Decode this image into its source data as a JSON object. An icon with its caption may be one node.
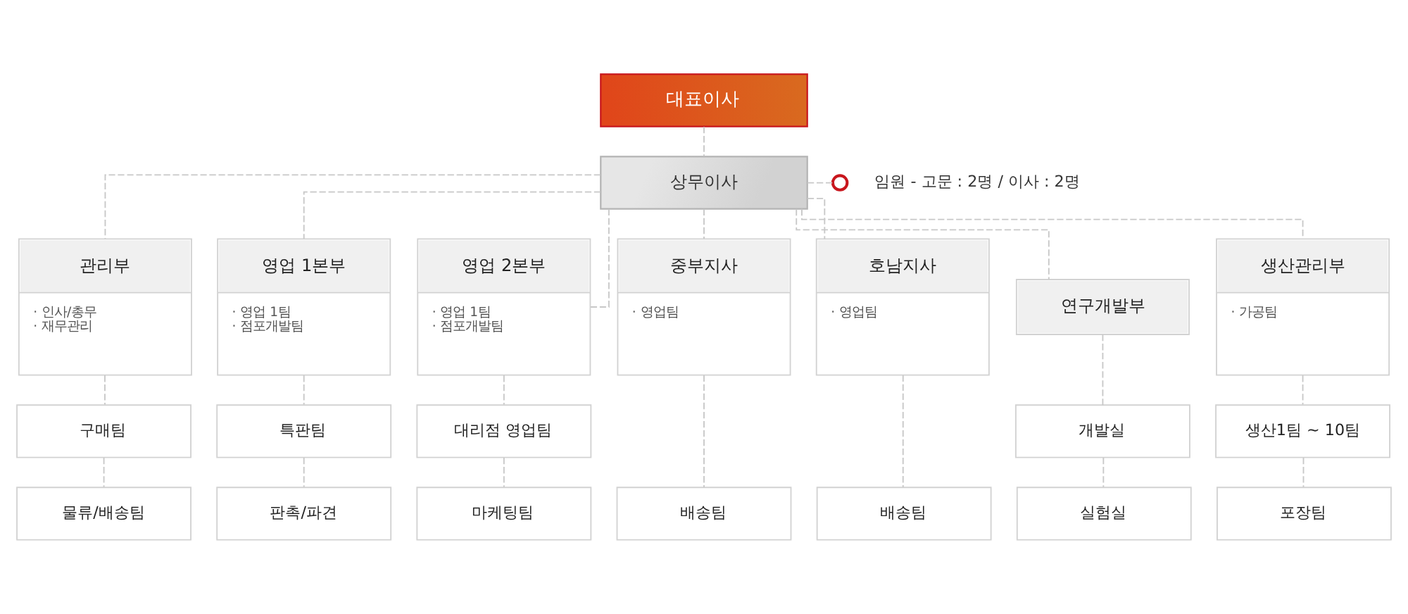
{
  "diagram": {
    "nodes": [
      {
        "text": [
          "대표이사"
        ]
      },
      {
        "text": [
          "상무이사"
        ]
      },
      {
        "text": [],
        "shape": "circle",
        "beside": [
          "임원 - 고문 : 2명 / 이사 : 2명"
        ]
      },
      {
        "text": [
          "관리부",
          "· 인사/총무",
          "· 재무관리"
        ]
      },
      {
        "text": [
          "영업 1본부",
          "· 영업 1팀",
          "· 점포개발팀"
        ]
      },
      {
        "text": [
          "영업 2본부",
          "· 영업 1팀",
          "· 점포개발팀"
        ]
      },
      {
        "text": [
          "중부지사",
          "· 영업팀"
        ]
      },
      {
        "text": [
          "호남지사",
          "· 영업팀"
        ]
      },
      {
        "text": [
          "연구개발부"
        ]
      },
      {
        "text": [
          "생산관리부",
          "· 가공팀"
        ]
      },
      {
        "text": [
          "구매팀"
        ]
      },
      {
        "text": [
          "특판팀"
        ]
      },
      {
        "text": [
          "대리점 영업팀"
        ]
      },
      {
        "text": [
          "개발실"
        ]
      },
      {
        "text": [
          "생산1팀 ~ 10팀"
        ]
      },
      {
        "text": [
          "물류/배송팀"
        ]
      },
      {
        "text": [
          "판촉/파견"
        ]
      },
      {
        "text": [
          "마케팅팀"
        ]
      },
      {
        "text": [
          "배송팀"
        ]
      },
      {
        "text": [
          "배송팀"
        ]
      },
      {
        "text": [
          "실험실"
        ]
      },
      {
        "text": [
          "포장팀"
        ]
      }
    ],
    "edges": [
      {
        "from": 0,
        "to": 1,
        "arrow": "none",
        "style": "dashed"
      },
      {
        "from": 1,
        "to": 2,
        "arrow": "none",
        "style": "dashed"
      },
      {
        "from": 1,
        "to": 3,
        "arrow": "none",
        "style": "dashed"
      },
      {
        "from": 1,
        "to": 4,
        "arrow": "none",
        "style": "dashed"
      },
      {
        "from": 1,
        "to": 5,
        "arrow": "none",
        "style": "dashed"
      },
      {
        "from": 1,
        "to": 6,
        "arrow": "none",
        "style": "dashed"
      },
      {
        "from": 1,
        "to": 7,
        "arrow": "none",
        "style": "dashed"
      },
      {
        "from": 1,
        "to": 8,
        "arrow": "none",
        "style": "dashed"
      },
      {
        "from": 1,
        "to": 9,
        "arrow": "none",
        "style": "dashed"
      },
      {
        "from": 3,
        "to": 10,
        "arrow": "none",
        "style": "dashed"
      },
      {
        "from": 10,
        "to": 15,
        "arrow": "none",
        "style": "dashed"
      },
      {
        "from": 4,
        "to": 11,
        "arrow": "none",
        "style": "dashed"
      },
      {
        "from": 11,
        "to": 16,
        "arrow": "none",
        "style": "dashed"
      },
      {
        "from": 5,
        "to": 12,
        "arrow": "none",
        "style": "dashed"
      },
      {
        "from": 12,
        "to": 17,
        "arrow": "none",
        "style": "dashed"
      },
      {
        "from": 6,
        "to": 18,
        "arrow": "none",
        "style": "dashed"
      },
      {
        "from": 7,
        "to": 19,
        "arrow": "none",
        "style": "dashed"
      },
      {
        "from": 8,
        "to": 13,
        "arrow": "none",
        "style": "dashed"
      },
      {
        "from": 13,
        "to": 20,
        "arrow": "none",
        "style": "dashed"
      },
      {
        "from": 9,
        "to": 14,
        "arrow": "none",
        "style": "dashed"
      },
      {
        "from": 14,
        "to": 21,
        "arrow": "none",
        "style": "dashed"
      }
    ]
  }
}
